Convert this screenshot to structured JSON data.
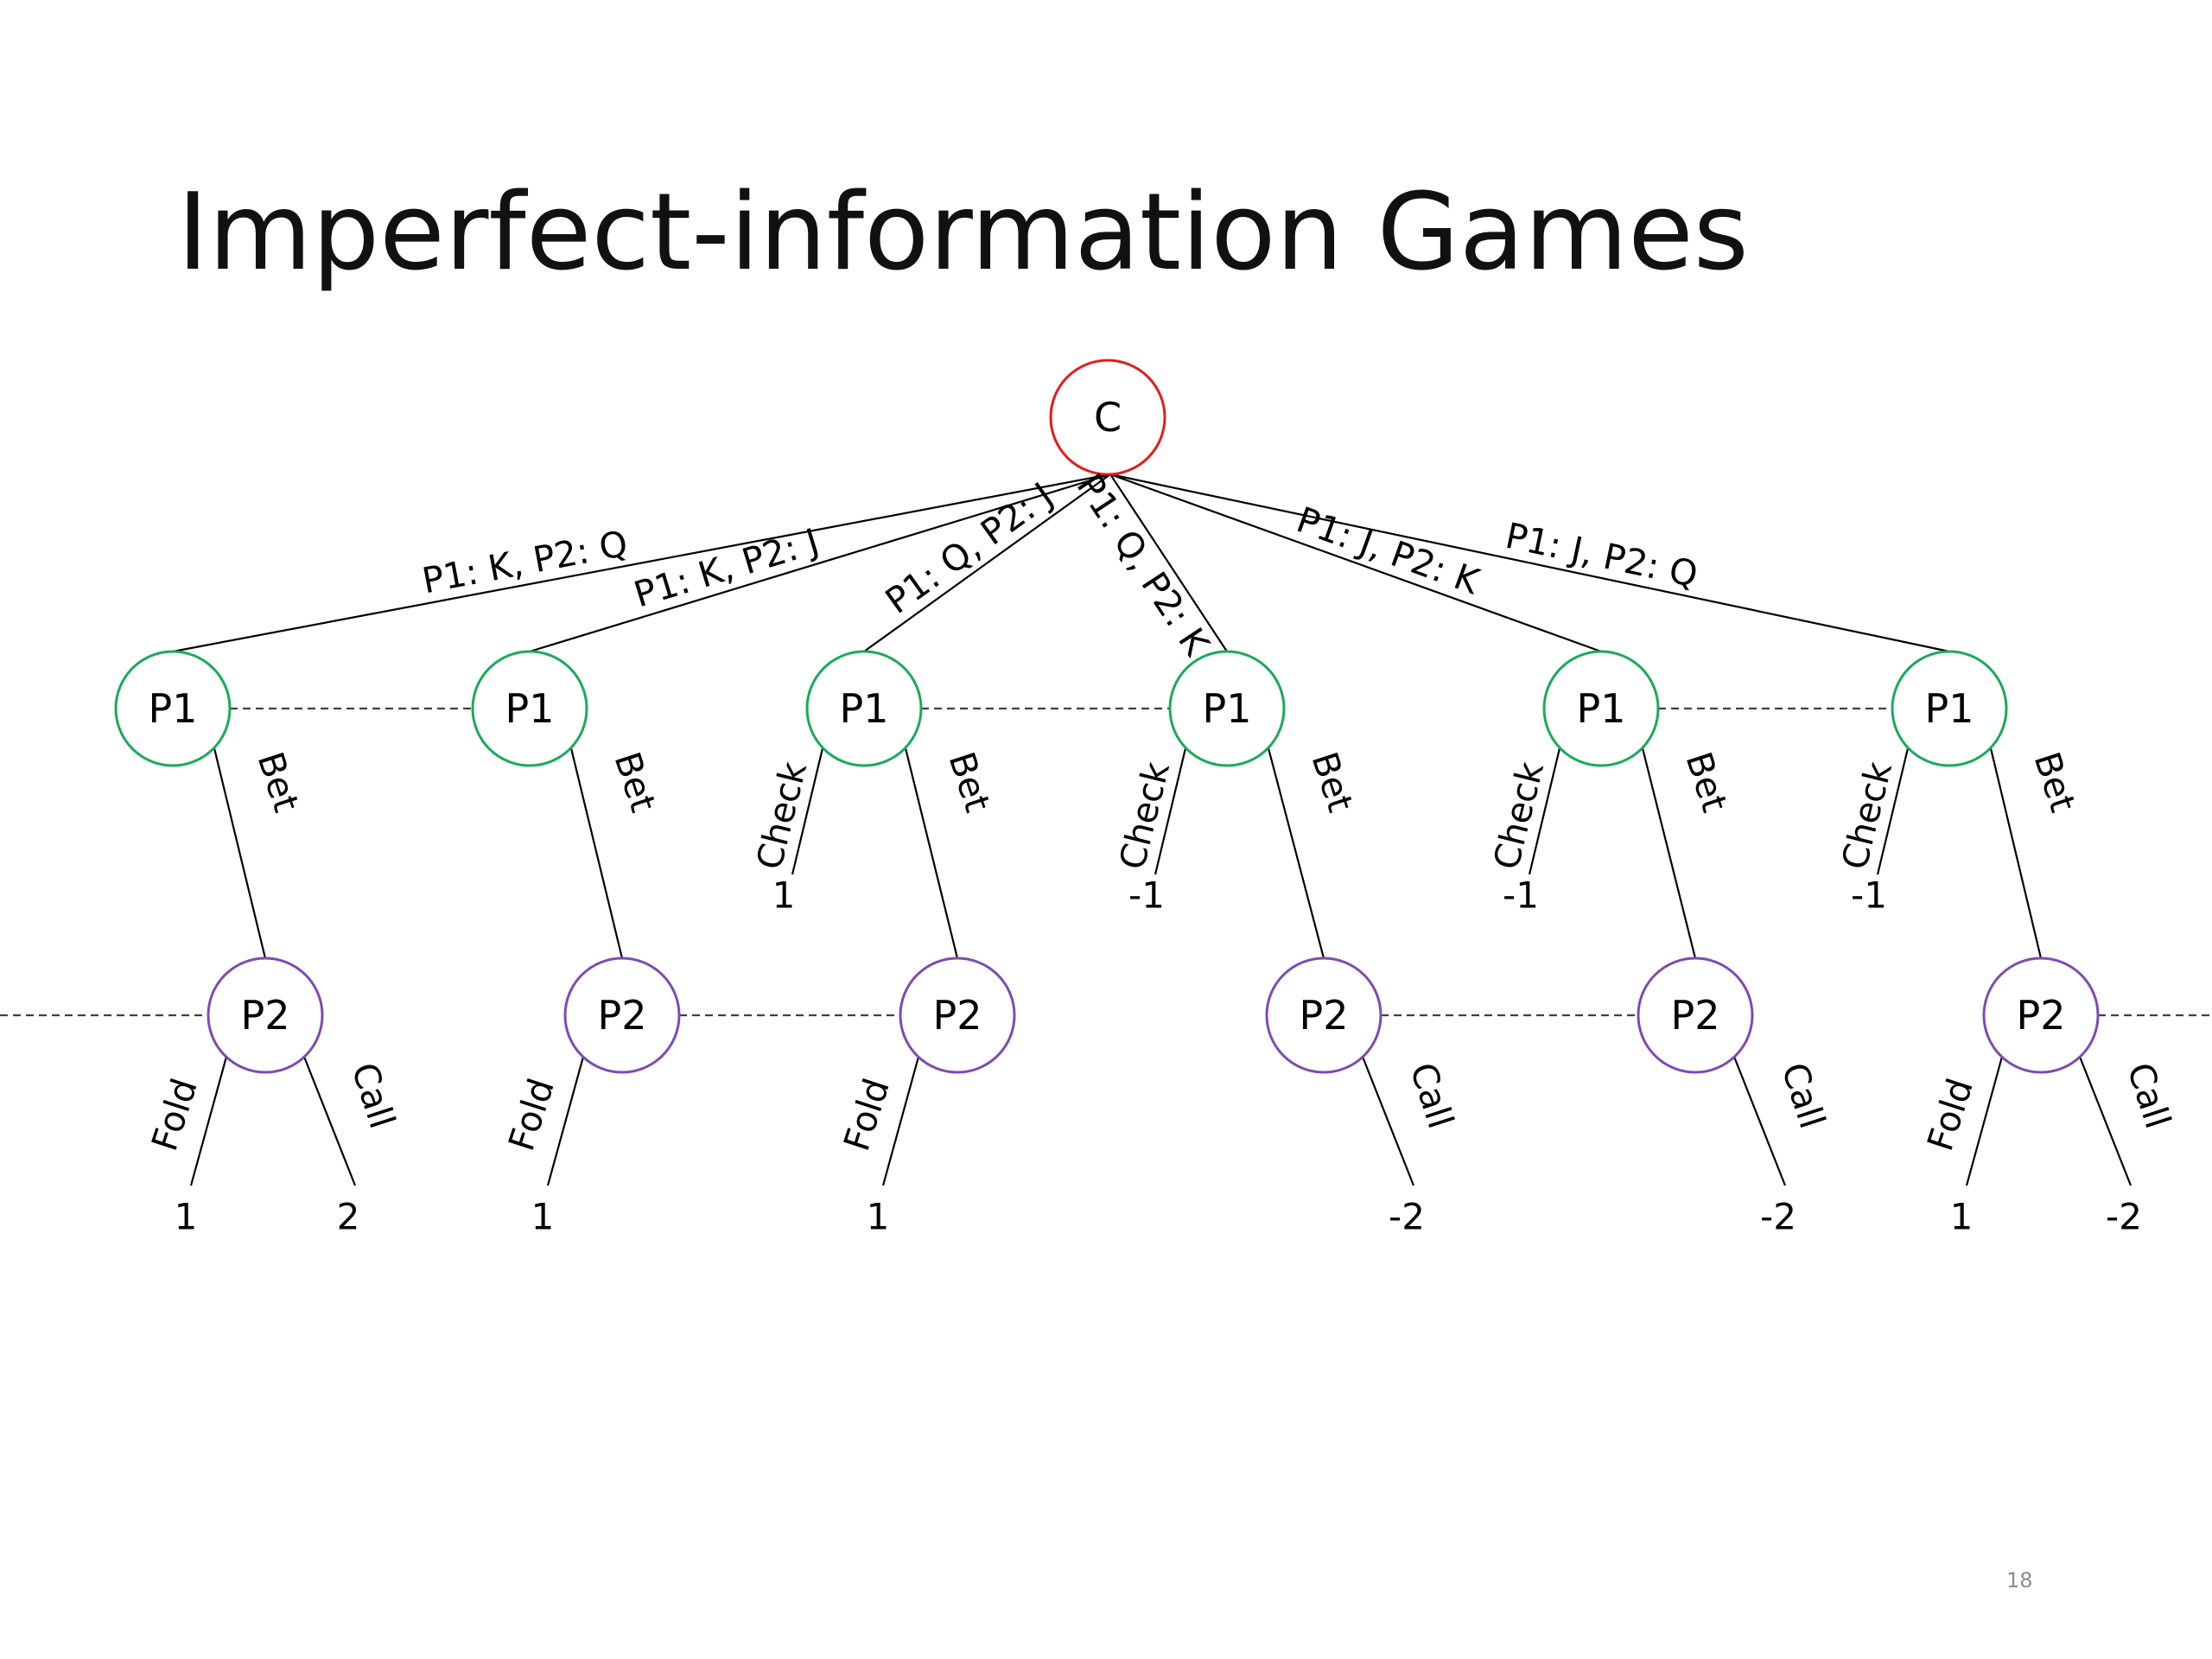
{
  "title": "Imperfect-information Games",
  "page_number": "18",
  "colors": {
    "chance": "#e41b1b",
    "player1": "#1aaa5a",
    "player2": "#7d4bb2",
    "line": "#000000",
    "info_set_line": "#404040"
  },
  "root": {
    "label": "C"
  },
  "deals": [
    {
      "label": "P1: K, P2: Q",
      "p1_label": "P1",
      "check_label": "",
      "check_payoff": "",
      "bet_label": "Bet",
      "p2_label": "P2",
      "fold_label": "Fold",
      "fold_payoff": "1",
      "call_label": "Call",
      "call_payoff": "2"
    },
    {
      "label": "P1: K, P2: J",
      "p1_label": "P1",
      "check_label": "",
      "check_payoff": "",
      "bet_label": "Bet",
      "p2_label": "P2",
      "fold_label": "Fold",
      "fold_payoff": "1",
      "call_label": "",
      "call_payoff": ""
    },
    {
      "label": "P1: Q, P2: J",
      "p1_label": "P1",
      "check_label": "Check",
      "check_payoff": "1",
      "bet_label": "Bet",
      "p2_label": "P2",
      "fold_label": "Fold",
      "fold_payoff": "1",
      "call_label": "",
      "call_payoff": ""
    },
    {
      "label": "P1: Q, P2: K",
      "p1_label": "P1",
      "check_label": "Check",
      "check_payoff": "-1",
      "bet_label": "Bet",
      "p2_label": "P2",
      "fold_label": "",
      "fold_payoff": "",
      "call_label": "Call",
      "call_payoff": "-2"
    },
    {
      "label": "P1: J, P2: K",
      "p1_label": "P1",
      "check_label": "Check",
      "check_payoff": "-1",
      "bet_label": "Bet",
      "p2_label": "P2",
      "fold_label": "",
      "fold_payoff": "",
      "call_label": "Call",
      "call_payoff": "-2"
    },
    {
      "label": "P1: J, P2: Q",
      "p1_label": "P1",
      "check_label": "Check",
      "check_payoff": "-1",
      "bet_label": "Bet",
      "p2_label": "P2",
      "fold_label": "Fold",
      "fold_payoff": "1",
      "call_label": "Call",
      "call_payoff": "-2"
    }
  ]
}
